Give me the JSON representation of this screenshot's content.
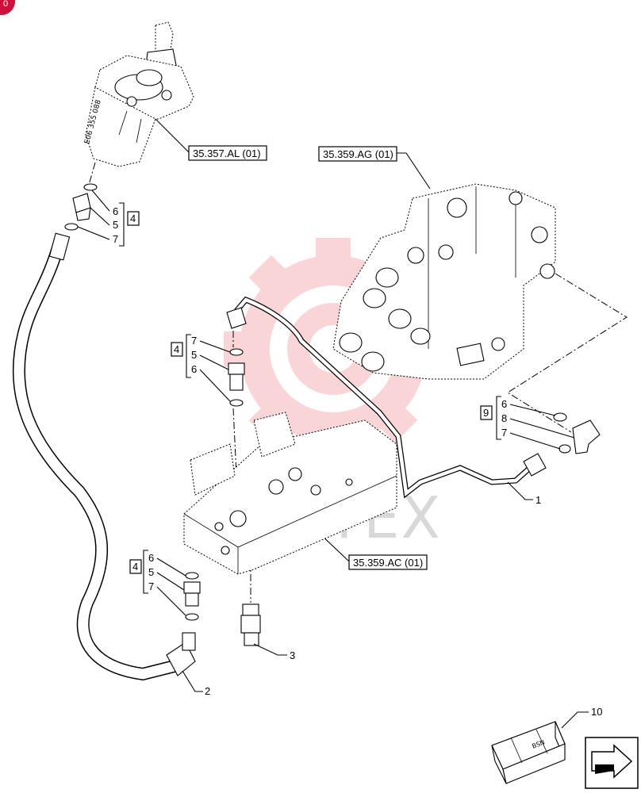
{
  "corner_badge": "0",
  "watermark": "ИНТЕХ",
  "references": {
    "joystick": "35.357.AL (01)",
    "control_valve": "35.359.AG (01)",
    "valve_block": "35.359.AC (01)"
  },
  "kit_top": {
    "kit": "4",
    "items": [
      "6",
      "5",
      "7"
    ]
  },
  "kit_middle": {
    "kit": "4",
    "items": [
      "7",
      "5",
      "6"
    ]
  },
  "kit_lower": {
    "kit": "4",
    "items": [
      "6",
      "5",
      "7"
    ]
  },
  "kit_right": {
    "kit": "9",
    "items": [
      "6",
      "8",
      "7"
    ]
  },
  "callouts": {
    "pipe": "1",
    "hose": "2",
    "sensor": "3",
    "crate": "10"
  },
  "colors": {
    "badge": "#d0103a",
    "watermark_logo": "#f5b3b8",
    "ink": "#000000"
  }
}
